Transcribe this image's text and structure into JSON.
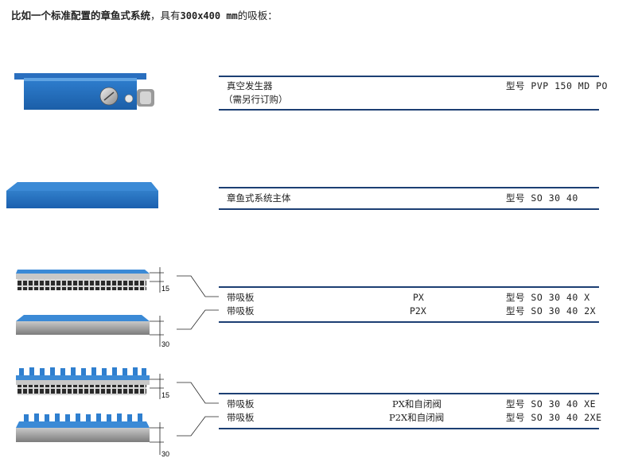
{
  "intro": {
    "part1": "比如一个标准配置的章鱼式系统",
    "part2": "，具有",
    "size": "300x400 mm",
    "part3": "的吸板："
  },
  "rows": [
    {
      "name_line1": "真空发生器",
      "name_line2": "（需另行订购）",
      "model": "型号 PVP 150 MD PO"
    },
    {
      "name_line1": "章鱼式系统主体",
      "model": "型号 SO 30 40"
    },
    {
      "name_line1": "带吸板",
      "variant1": "PX",
      "model1": "型号 SO 30 40 X",
      "name_line2": "带吸板",
      "variant2": "P2X",
      "model2": "型号 SO 30 40 2X"
    },
    {
      "name_line1": "带吸板",
      "variant1": "PX和自闭阀",
      "model1": "型号 SO 30 40 XE",
      "name_line2": "带吸板",
      "variant2": "P2X和自闭阀",
      "model2": "型号 SO 30 40 2XE"
    }
  ],
  "dimensions": {
    "d15a": "15",
    "d30a": "30",
    "d15b": "15",
    "d30b": "30"
  }
}
